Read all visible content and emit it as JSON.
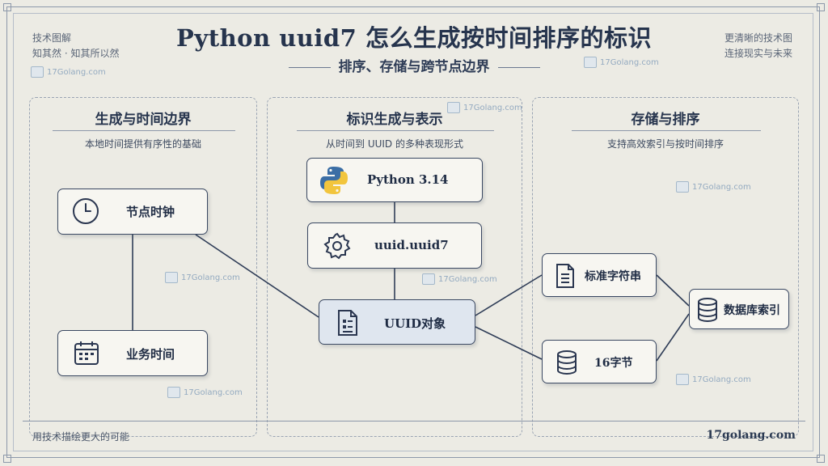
{
  "header": {
    "title": "Python uuid7 怎么生成按时间排序的标识",
    "subtitle": "排序、存储与跨节点边界",
    "left_note_line1": "技术图解",
    "left_note_line2": "知其然 · 知其所以然",
    "right_note_line1": "更清晰的技术图",
    "right_note_line2": "连接现实与未来"
  },
  "watermark": "17Golang.com",
  "panels": [
    {
      "title": "生成与时间边界",
      "desc": "本地时间提供有序性的基础"
    },
    {
      "title": "标识生成与表示",
      "desc": "从时间到 UUID 的多种表现形式"
    },
    {
      "title": "存储与排序",
      "desc": "支持高效索引与按时间排序"
    }
  ],
  "nodes": {
    "node_clock": {
      "label": "节点时钟",
      "icon": "clock-icon"
    },
    "business_time": {
      "label": "业务时间",
      "icon": "calendar-icon"
    },
    "python": {
      "label": "Python 3.14",
      "icon": "python-logo-icon"
    },
    "uuid7": {
      "label": "uuid.uuid7",
      "icon": "gear-icon"
    },
    "uuid_object": {
      "label": "UUID对象",
      "icon": "document-icon"
    },
    "std_string": {
      "label": "标准字符串",
      "icon": "document-icon"
    },
    "bytes16": {
      "label": "16字节",
      "icon": "database-icon"
    },
    "db_index": {
      "label": "数据库索引",
      "icon": "database-icon"
    }
  },
  "footer": {
    "left": "用技术描绘更大的可能",
    "right": "17golang.com"
  },
  "colors": {
    "background": "#ecebe4",
    "ink": "#26344d",
    "highlight": "#dfe6ef"
  }
}
